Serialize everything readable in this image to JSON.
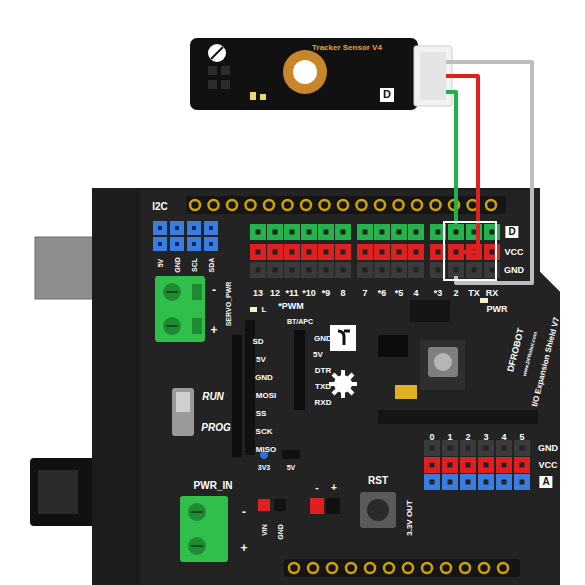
{
  "diagram": {
    "nodes": [
      {
        "text": [
          "Tracker Sensor V4",
          "D"
        ]
      }
    ],
    "labels": [
      "I2C",
      "5V",
      "GND",
      "SCL",
      "SDA",
      "SERVO_PWR",
      "-",
      "+",
      "L",
      "*PWM",
      "13",
      "12",
      "*11",
      "*10",
      "*9",
      "8",
      "7",
      "*6",
      "*5",
      "4",
      "*3",
      "2",
      "TX",
      "RX",
      "D",
      "VCC",
      "GND",
      "PWR",
      "BT/APC",
      "GND",
      "5V",
      "DTR",
      "TXD",
      "RXD",
      "SD",
      "5V",
      "GND",
      "MOSI",
      "SS",
      "SCK",
      "MISO",
      "RUN",
      "PROG",
      "3V3",
      "5V",
      "PWR_IN",
      "-",
      "+",
      "VIN",
      "GND",
      "-",
      "+",
      "RST",
      "3.3V OUT",
      "0",
      "1",
      "2",
      "3",
      "4",
      "5",
      "GND",
      "VCC",
      "A",
      "DFROBOT",
      "www.DFRobot.com",
      "I/O Expansion Shield V7"
    ]
  }
}
